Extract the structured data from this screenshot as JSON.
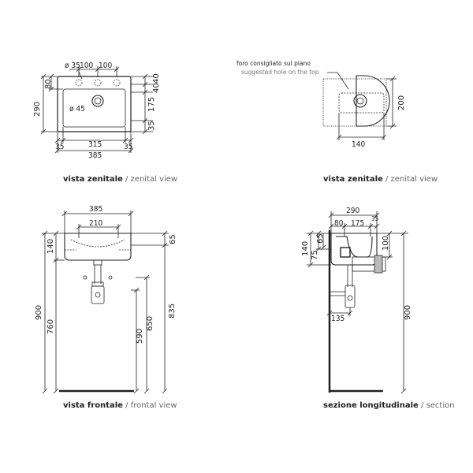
{
  "views": {
    "top_left": {
      "title_it": "vista zenitale",
      "title_en": "zenital view"
    },
    "top_right": {
      "title_it": "vista zenitale",
      "title_en": "zenital view"
    },
    "bottom_left": {
      "title_it": "vista frontale",
      "title_en": "frontal view"
    },
    "bottom_right": {
      "title_it": "sezione longitudinale",
      "title_en": "section"
    }
  },
  "separator": "/",
  "dims_top_left": {
    "hole_diameter": "ø 35",
    "spacing_a": "100",
    "spacing_b": "100",
    "top_offset": "80",
    "total_height": "290",
    "drain_diameter": "ø 45",
    "right_40a": "40",
    "right_40b": "40",
    "right_175": "175",
    "right_35": "35",
    "bottom_35_left": "35",
    "bottom_315": "315",
    "bottom_35_right": "35",
    "bottom_385": "385"
  },
  "dims_top_right": {
    "note_it": "foro consigliato sul piano",
    "note_en": "suggested hole on the top",
    "height_200": "200",
    "width_140": "140"
  },
  "dims_bottom_left": {
    "width_385": "385",
    "width_210": "210",
    "left_140": "140",
    "left_900": "900",
    "left_760": "760",
    "right_65": "65",
    "right_590": "590",
    "right_650": "650",
    "right_835": "835"
  },
  "dims_bottom_right": {
    "width_290": "290",
    "left_80": "80",
    "mid_175": "175",
    "right_35": "35",
    "left_140": "140",
    "left_75": "75",
    "left_65": "65",
    "right_100": "100",
    "right_900": "900",
    "bottom_135": "135"
  }
}
